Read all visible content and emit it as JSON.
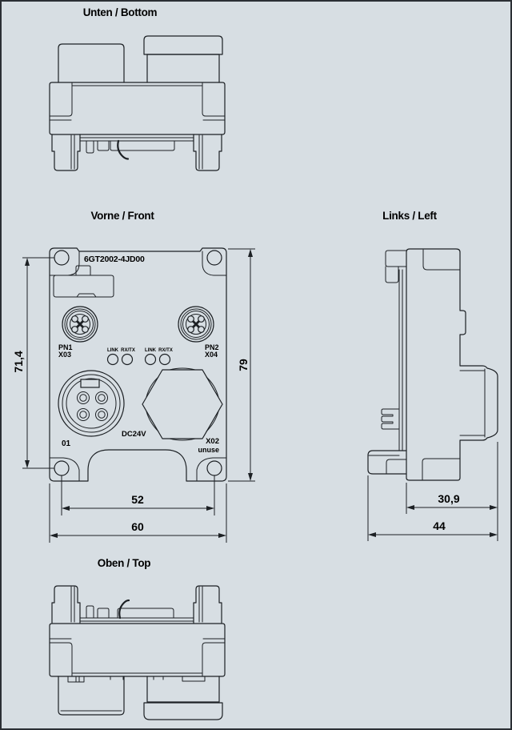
{
  "page": {
    "background": "#d7dee3",
    "line_color": "#1c2024",
    "text_color": "#000000"
  },
  "views": {
    "bottom": {
      "title": "Unten / Bottom"
    },
    "front": {
      "title": "Vorne / Front",
      "part_number": "6GT2002-4JD00",
      "labels": {
        "pn1_line1": "PN1",
        "pn1_line2": "X03",
        "pn2_line1": "PN2",
        "pn2_line2": "X04",
        "power_port": "01",
        "power_voltage": "DC24V",
        "x02_line1": "X02",
        "x02_line2": "unuse"
      },
      "leds": [
        "LINK",
        "RX/TX",
        "LINK",
        "RX/TX"
      ],
      "dimensions": {
        "hole_spacing_vertical": "71,4",
        "total_height": "79",
        "hole_spacing_horizontal": "52",
        "total_width": "60"
      }
    },
    "left": {
      "title": "Links / Left",
      "dimensions": {
        "body_depth": "30,9",
        "total_depth": "44"
      }
    },
    "top": {
      "title": "Oben / Top"
    }
  }
}
